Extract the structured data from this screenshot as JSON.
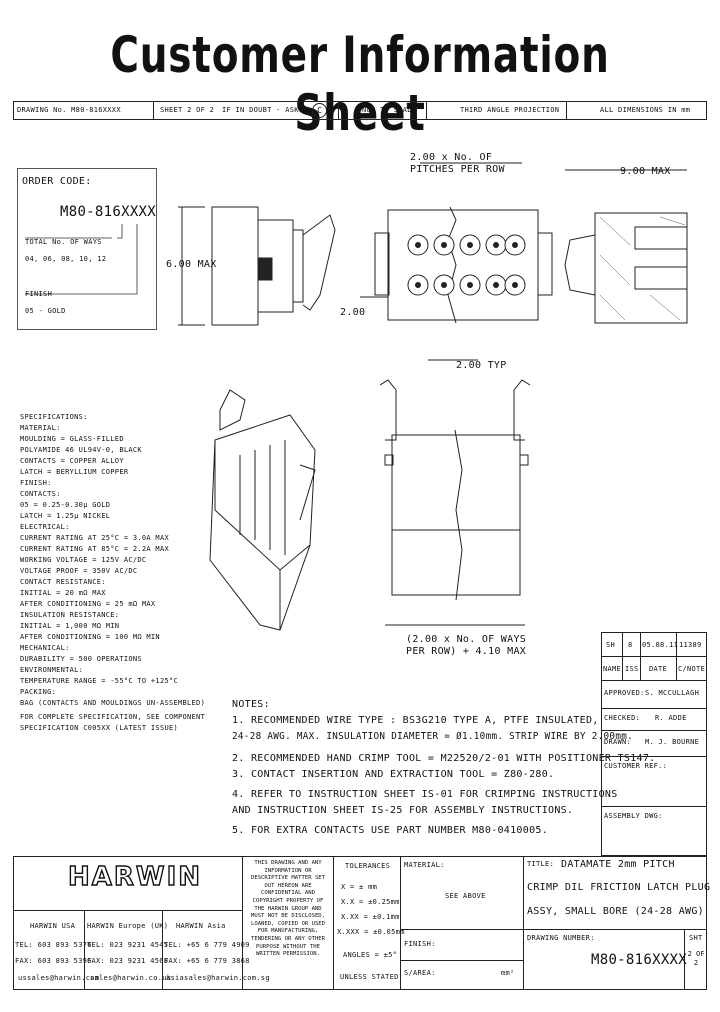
{
  "title": "Customer Information Sheet",
  "header_row": {
    "drawing_no": "DRAWING No. M80-816XXXX",
    "sheet": "SHEET 2 OF 2",
    "if_in_doubt": "IF IN DOUBT - ASK",
    "symbol": "C",
    "not_to_scale": "NOT TO SCALE",
    "projection": "THIRD ANGLE PROJECTION",
    "dimensions": "ALL DIMENSIONS IN mm"
  },
  "order_code": {
    "label": "ORDER CODE:",
    "code": "M80-816XXXX",
    "ways_label": "TOTAL No. OF WAYS",
    "ways_values": "04, 06, 08, 10, 12",
    "finish_label": "FINISH",
    "finish_value": "05 - GOLD"
  },
  "dims": {
    "pitches": "2.00 x No. OF\nPITCHES PER ROW",
    "max_9": "9.00 MAX",
    "max_6": "6.00 MAX",
    "pitch_2": "2.00",
    "typ": "2.00 TYP",
    "bottom": "(2.00 x No. OF WAYS\nPER ROW) + 4.10 MAX"
  },
  "specifications": [
    "SPECIFICATIONS:",
    "MATERIAL:",
    "  MOULDING = GLASS-FILLED",
    "             POLYAMIDE 46 UL94V-0, BLACK",
    "  CONTACTS = COPPER ALLOY",
    "  LATCH = BERYLLIUM COPPER",
    "FINISH:",
    "  CONTACTS:",
    "  05 = 0.25-0.30μ GOLD",
    "  LATCH = 1.25μ NICKEL",
    "ELECTRICAL:",
    "  CURRENT RATING AT 25°C = 3.0A MAX",
    "  CURRENT RATING AT 85°C = 2.2A MAX",
    "  WORKING VOLTAGE = 125V AC/DC",
    "  VOLTAGE PROOF = 350V AC/DC",
    "  CONTACT RESISTANCE:",
    "    INITIAL = 20 mΩ MAX",
    "    AFTER CONDITIONING = 25 mΩ MAX",
    "  INSULATION RESISTANCE:",
    "    INITIAL = 1,000 MΩ MIN",
    "    AFTER CONDITIONING = 100 MΩ MIN",
    "MECHANICAL:",
    "  DURABILITY = 500 OPERATIONS",
    "ENVIRONMENTAL:",
    "  TEMPERATURE RANGE = -55°C TO +125°C",
    "PACKING:",
    "  BAG (CONTACTS AND MOULDINGS UN-ASSEMBLED)",
    "FOR COMPLETE SPECIFICATION, SEE COMPONENT",
    "SPECIFICATION C005XX (LATEST ISSUE)"
  ],
  "notes": [
    "NOTES:",
    "1. RECOMMENDED WIRE TYPE : BS3G210 TYPE A, PTFE INSULATED,",
    "   24-28 AWG. MAX. INSULATION DIAMETER = Ø1.10mm. STRIP WIRE BY 2.00mm.",
    "2. RECOMMENDED HAND CRIMP TOOL = M22520/2-01 WITH POSITIONER TS147.",
    "3. CONTACT INSERTION AND EXTRACTION TOOL = Z80-280.",
    "4. REFER TO INSTRUCTION SHEET IS-01 FOR CRIMPING INSTRUCTIONS",
    "   AND INSTRUCTION SHEET IS-25 FOR ASSEMBLY INSTRUCTIONS.",
    "5. FOR EXTRA CONTACTS USE PART NUMBER M80-0410005."
  ],
  "revision": {
    "sh": "SH",
    "iss": "8",
    "date": "05.08.11",
    "cn": "11389"
  },
  "rev_headers": {
    "name": "NAME",
    "iss": "ISS.",
    "date": "DATE",
    "cnote": "C/NOTE"
  },
  "approvals": {
    "approved_label": "APPROVED:",
    "approved": "S. MCCULLAGH",
    "checked_label": "CHECKED:",
    "checked": "R. ADDE",
    "drawn_label": "DRAWN:",
    "drawn": "M. J. BOURNE",
    "customer_ref_label": "CUSTOMER REF.:",
    "assembly_label": "ASSEMBLY DWG:"
  },
  "footer": {
    "logo": "HARWIN",
    "offices": [
      {
        "name": "HARWIN USA",
        "tel": "TEL: 603 893 5376",
        "fax": "FAX: 603 893 5396",
        "email": "ussales@harwin.com"
      },
      {
        "name": "HARWIN Europe (UK)",
        "tel": "TEL: 023 9231 4545",
        "fax": "FAX: 023 9231 4568",
        "email": "sales@harwin.co.uk"
      },
      {
        "name": "HARWIN Asia",
        "tel": "TEL: +65 6 779 4909",
        "fax": "FAX: +65 6 779 3868",
        "email": "asiasales@harwin.com.sg"
      }
    ],
    "copyright": "THIS DRAWING AND ANY INFORMATION OR DESCRIPTIVE MATTER SET OUT HEREON ARE CONFIDENTIAL AND COPYRIGHT PROPERTY OF THE HARWIN GROUP AND MUST NOT BE DISCLOSED, LOANED, COPIED OR USED FOR MANUFACTURING, TENDERING OR ANY OTHER PURPOSE WITHOUT THE WRITTEN PERMISSION.",
    "tolerances_label": "TOLERANCES",
    "tolerances": [
      "X = ± mm",
      "X.X = ±0.25mm",
      "X.XX = ±0.1mm",
      "X.XXX = ±0.05mm"
    ],
    "angles": "ANGLES = ±5°",
    "unless": "UNLESS STATED",
    "material_label": "MATERIAL:",
    "material": "SEE ABOVE",
    "finish_label": "FINISH:",
    "surface_label": "S/AREA:",
    "surface_unit": "mm²",
    "title_label": "TITLE:",
    "title_lines": [
      "DATAMATE 2mm PITCH",
      "CRIMP DIL FRICTION LATCH PLUG",
      "ASSY, SMALL BORE (24-28 AWG)"
    ],
    "drawing_number_label": "DRAWING NUMBER:",
    "drawing_number": "M80-816XXXX",
    "sht_label": "SHT",
    "sht_value": "2 OF 2"
  }
}
